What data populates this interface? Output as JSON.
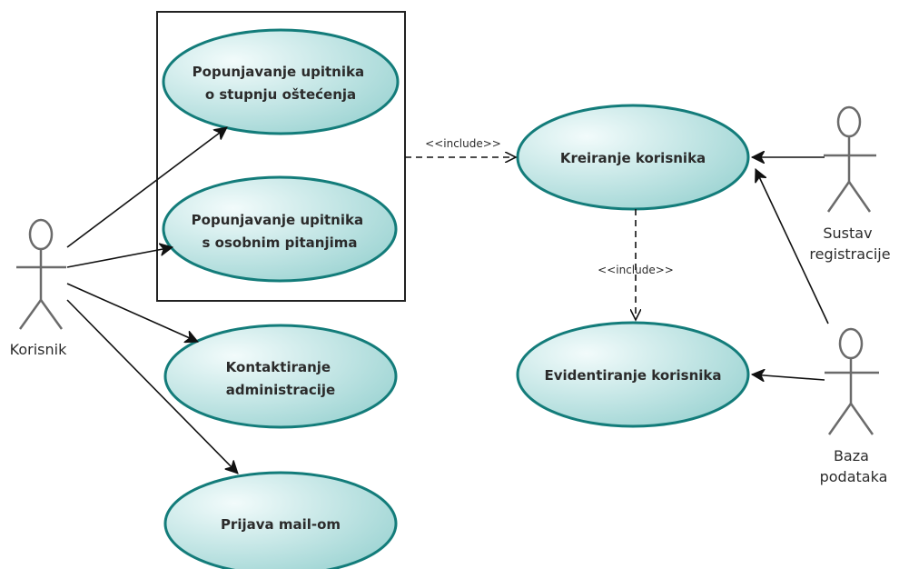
{
  "colors": {
    "usecase_fill_light": "#f2fbfb",
    "usecase_fill_dark": "#9fd5d4",
    "usecase_stroke": "#137c7a",
    "line": "#111111",
    "actor_stroke": "#6b6b6b"
  },
  "actors": {
    "korisnik": {
      "label": "Korisnik"
    },
    "sustav": {
      "lines": [
        "Sustav",
        "registracije"
      ]
    },
    "baza": {
      "lines": [
        "Baza",
        "podataka"
      ]
    }
  },
  "usecases": {
    "uc1": {
      "lines": [
        "Popunjavanje upitnika",
        "o stupnju oštećenja"
      ]
    },
    "uc2": {
      "lines": [
        "Popunjavanje upitnika",
        "s osobnim pitanjima"
      ]
    },
    "uc3": {
      "lines": [
        "Kontaktiranje",
        "administracije"
      ]
    },
    "uc4": {
      "lines": [
        "Prijava mail-om"
      ]
    },
    "uc5": {
      "lines": [
        "Kreiranje korisnika"
      ]
    },
    "uc6": {
      "lines": [
        "Evidentiranje korisnika"
      ]
    }
  },
  "relations": {
    "include_label": "<<include>>"
  }
}
